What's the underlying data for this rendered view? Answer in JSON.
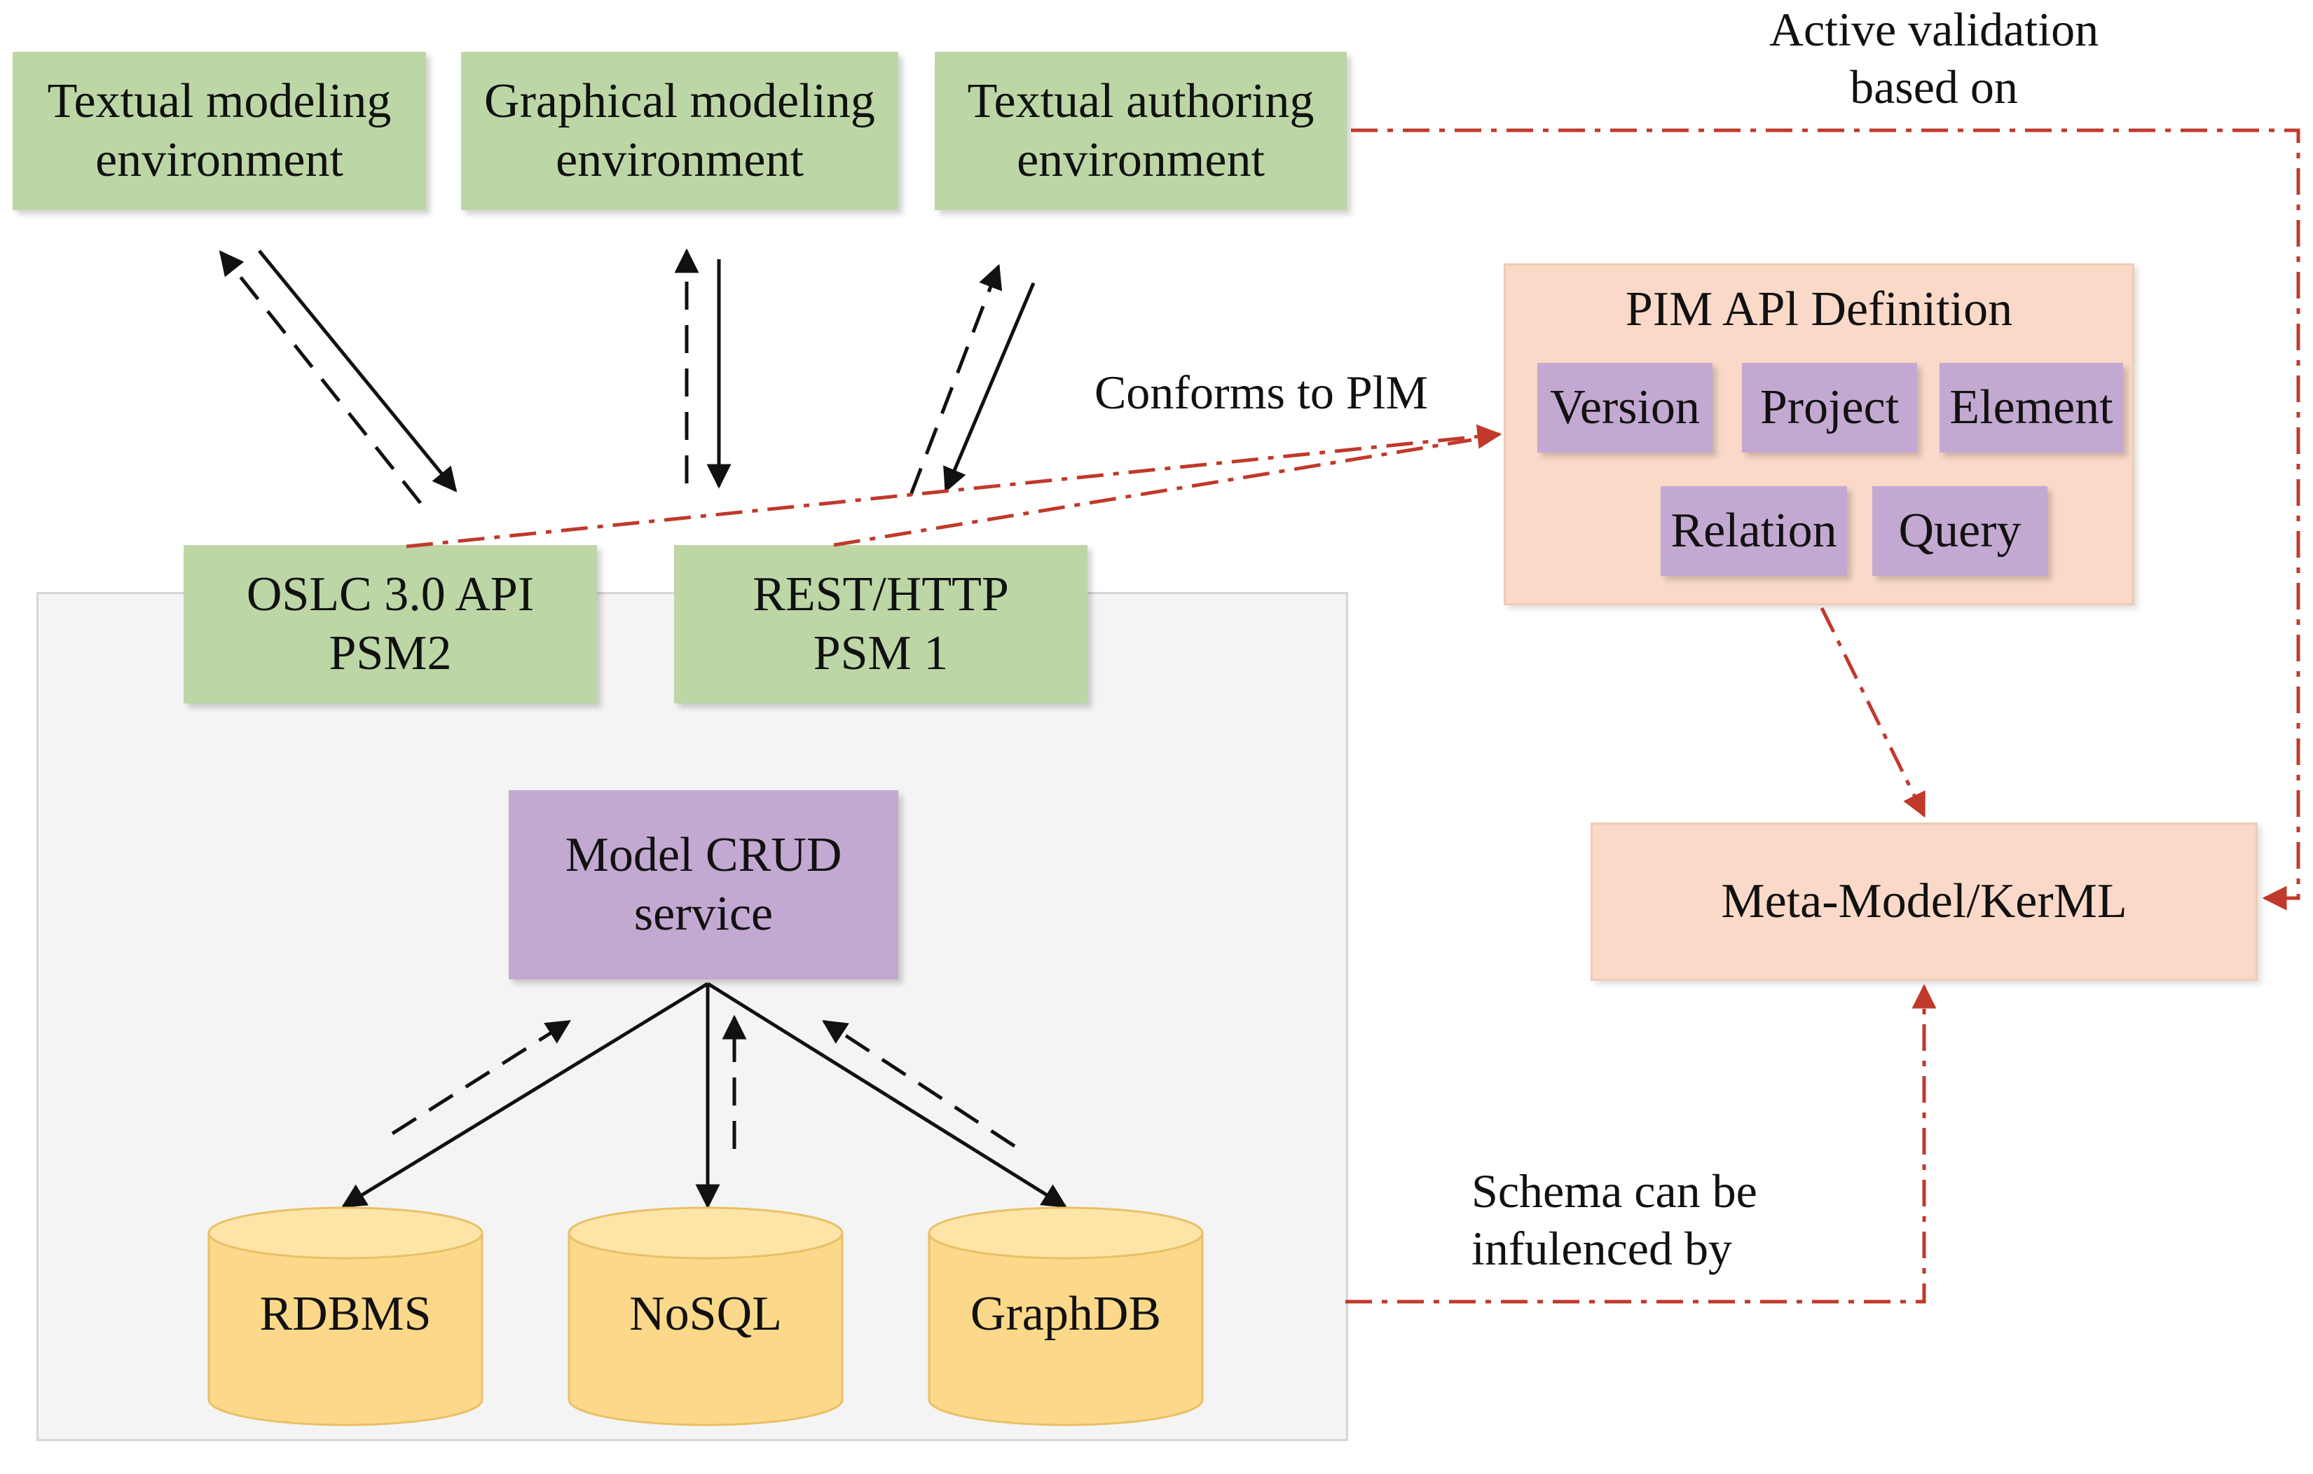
{
  "environments": {
    "textual_modeling": {
      "line1": "Textual modeling",
      "line2": "environment"
    },
    "graphical_modeling": {
      "line1": "Graphical modeling",
      "line2": "environment"
    },
    "textual_authoring": {
      "line1": "Textual authoring",
      "line2": "environment"
    }
  },
  "apis": {
    "oslc": {
      "line1": "OSLC 3.0 API",
      "line2": "PSM2"
    },
    "rest": {
      "line1": "REST/HTTP",
      "line2": "PSM 1"
    }
  },
  "service": {
    "line1": "Model CRUD",
    "line2": "service"
  },
  "databases": {
    "rdbms": "RDBMS",
    "nosql": "NoSQL",
    "graphdb": "GraphDB"
  },
  "pim": {
    "title": "PIM APl Definition",
    "items": {
      "version": "Version",
      "project": "Project",
      "element": "Element",
      "relation": "Relation",
      "query": "Query"
    }
  },
  "metamodel": "Meta-Model/KerML",
  "annotations": {
    "active_validation": {
      "line1": "Active validation",
      "line2": "based on"
    },
    "conforms": "Conforms to PlM",
    "schema": {
      "line1": "Schema can be",
      "line2": "infulenced by"
    }
  },
  "colors": {
    "green_box": "#bdd6a6",
    "purple_box": "#c3a9d1",
    "salmon_box": "#fad9c8",
    "cylinder": "#fcd98a",
    "red_connector": "#c0392b"
  }
}
